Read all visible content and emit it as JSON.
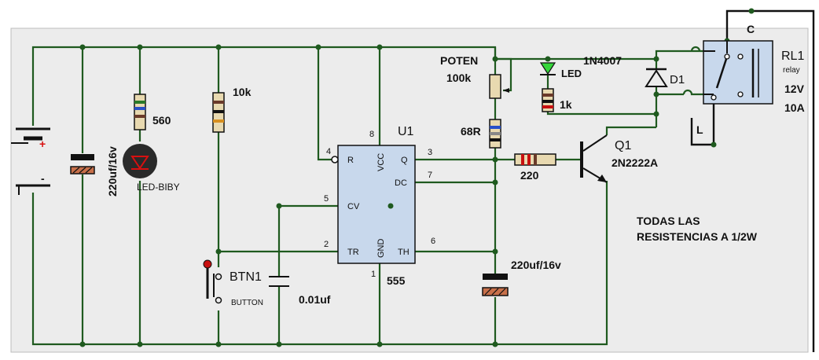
{
  "labels": {
    "batt_plus": "+",
    "batt_minus": "-",
    "cap_main": "220uf/16v",
    "res_led": "560",
    "led_indicator": "LED-BIBY",
    "res_10k": "10k",
    "button_ref": "BTN1",
    "button_type": "BUTTON",
    "cap_cv": "0.01uf",
    "ic_ref": "U1",
    "ic_type": "555",
    "pin_r": "R",
    "pin_vcc": "VCC",
    "pin_q": "Q",
    "pin_dc": "DC",
    "pin_cv": "CV",
    "pin_tr": "TR",
    "pin_gnd": "GND",
    "pin_th": "TH",
    "pin_num_1": "1",
    "pin_num_2": "2",
    "pin_num_3": "3",
    "pin_num_4": "4",
    "pin_num_5": "5",
    "pin_num_6": "6",
    "pin_num_7": "7",
    "pin_num_8": "8",
    "pot_name": "POTEN",
    "pot_value": "100k",
    "res_68": "68R",
    "cap_timing": "220uf/16v",
    "led_label": "LED",
    "res_1k": "1k",
    "res_220": "220",
    "q_ref": "Q1",
    "q_type": "2N2222A",
    "diode_type": "1N4007",
    "diode_ref": "D1",
    "relay_ref": "RL1",
    "relay_sub": "relay",
    "relay_voltage": "12V",
    "relay_current": "10A",
    "relay_c": "C",
    "relay_l": "L",
    "note_line1": "TODAS LAS",
    "note_line2": "RESISTENCIAS A 1/2W"
  },
  "colors": {
    "wire": "#1f5a1f",
    "ic_body": "#c8d8ec",
    "relay_body": "#c8d8ec",
    "led_green": "#35d63a",
    "led_dark": "#2a2a2a",
    "resistor_body": "#e8d9b0",
    "capacitor_plate": "#c8704a",
    "positive_red": "#d81010"
  }
}
